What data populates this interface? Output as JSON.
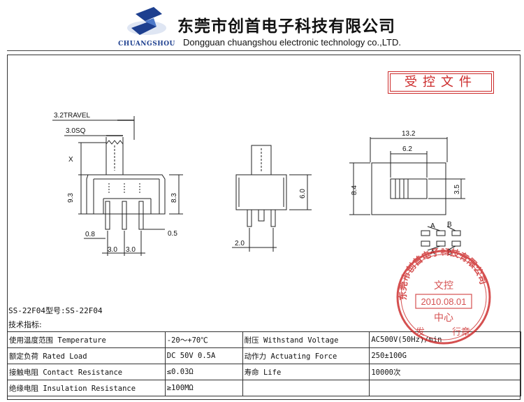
{
  "header": {
    "logo_text": "CHUANGSHOU",
    "company_cn": "东莞市创首电子科技有限公司",
    "company_en": "Dongguan chuangshou electronic technology co.,LTD."
  },
  "stamp_box": {
    "text": "受控文件"
  },
  "drawing": {
    "front_view": {
      "travel": "3.2TRAVEL",
      "actuator_sq": "3.0SQ",
      "x_label": "X",
      "height_total": "9.3",
      "height_body": "8.3",
      "pin_width": "0.8",
      "pin_gap": "0.5",
      "pitch_left": "3.0",
      "pitch_right": "3.0"
    },
    "side_view": {
      "height": "6.0",
      "pin_offset": "2.0"
    },
    "top_view": {
      "length": "13.2",
      "slot": "6.2",
      "width": "8.4",
      "knob": "3.5"
    },
    "circuit": {
      "label_a_top": "A",
      "label_b_top": "B",
      "label_a_bottom": "A",
      "label_b_bottom": "B"
    }
  },
  "model_line": "SS-22F04型号:SS-22F04",
  "spec_title": "技术指标:",
  "spec_rows": [
    [
      "使用温度范围 Temperature",
      "-20～+70℃",
      "耐压 Withstand Voltage",
      "AC500V(50Hz)/min"
    ],
    [
      "额定负荷 Rated Load",
      "DC 50V 0.5A",
      "动作力 Actuating Force",
      "250±100G"
    ],
    [
      "接触电阻 Contact Resistance",
      "≤0.03Ω",
      "寿命 Life",
      "10000次"
    ],
    [
      "绝缘电阻 Insulation Resistance",
      "≥100MΩ",
      "",
      ""
    ]
  ],
  "seal": {
    "ring_text": "东莞市创首电子科技有限公司",
    "top": "文控",
    "date": "2010.08.01",
    "bottom": "中心",
    "side_left": "发",
    "side_right": "行章"
  },
  "colors": {
    "stamp_red": "#cc2a2a",
    "logo_blue": "#1d3f8f",
    "line": "#222222"
  }
}
